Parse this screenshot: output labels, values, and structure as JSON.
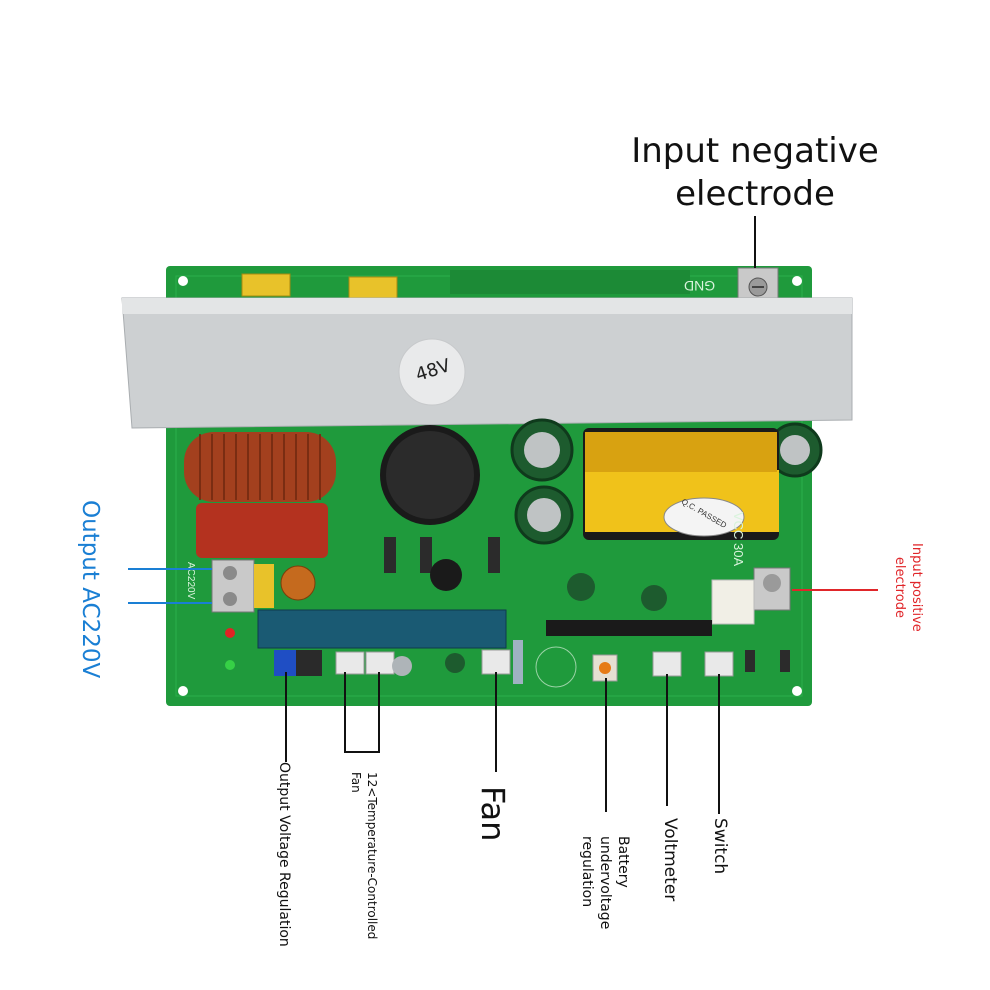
{
  "labels": {
    "input_negative_line1": "Input negative",
    "input_negative_line2": "electrode",
    "input_positive_line1": "Input positive",
    "input_positive_line2": "electrode",
    "output": "Output AC220V",
    "output_voltage_regulation": "Output Voltage Regulation",
    "temp_fan_line1": "12<Temperature-Controlled",
    "temp_fan_line2": "Fan",
    "fan": "Fan",
    "battery_line1": "Battery",
    "battery_line2": "undervoltage",
    "battery_line3": "regulation",
    "voltmeter": "Voltmeter",
    "switch": "Switch"
  },
  "board_text": {
    "heatsink_sticker": "48V",
    "gnd": "GND",
    "qc_sticker": "Q.C. PASSED",
    "vcc": "VCC 30A",
    "ac220v": "AC220V"
  },
  "colors": {
    "pcb": "#1f9a3c",
    "heatsink": "#cfd2d4",
    "output_label": "#1a7fd4",
    "input_positive_label": "#e0262a"
  }
}
